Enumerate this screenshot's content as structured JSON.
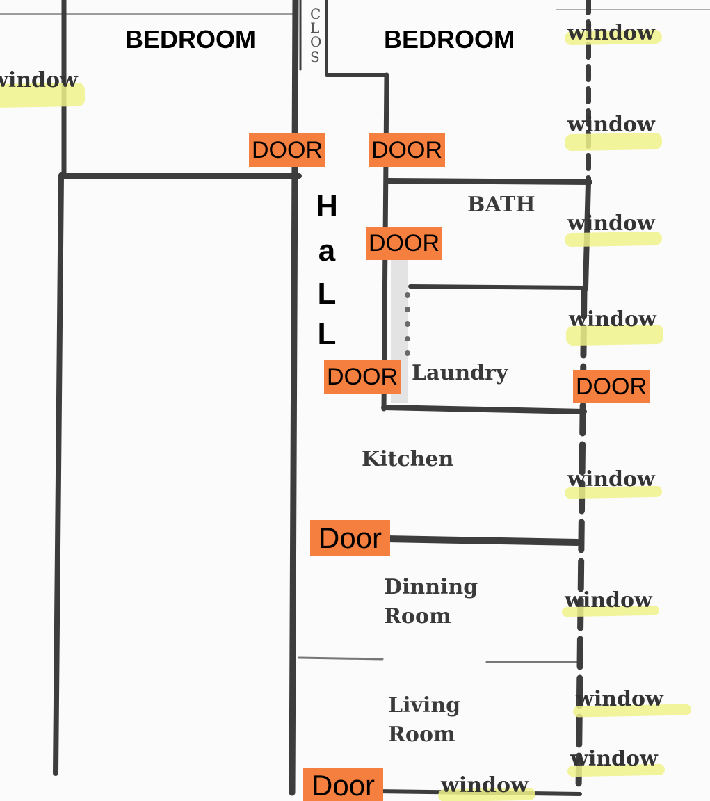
{
  "rooms": {
    "bedroom_left": "BEDROOM",
    "bedroom_right": "BEDROOM",
    "hall": [
      "H",
      "a",
      "L",
      "L"
    ],
    "bath": "BATH",
    "laundry": "Laundry",
    "kitchen": "Kitchen",
    "dining": [
      "Dinning",
      "Room"
    ],
    "living": [
      "Living",
      "Room"
    ]
  },
  "closet_letters": [
    "C",
    "L",
    "O",
    "S"
  ],
  "doors": {
    "bedroom_left": "DOOR",
    "bedroom_right": "DOOR",
    "bath": "DOOR",
    "laundry_left": "DOOR",
    "laundry_right": "DOOR",
    "kitchen": "Door",
    "front": "Door"
  },
  "windows": {
    "left_bedroom": "window",
    "w1": "window",
    "w2": "window",
    "w3": "window",
    "w4": "window",
    "w5": "window",
    "w6": "window",
    "w7": "window",
    "w8": "window",
    "bottom": "window"
  },
  "colors": {
    "door_bg": "#f47f3f",
    "window_highlight": "#f0f28a",
    "wall": "#3d3d3d"
  }
}
